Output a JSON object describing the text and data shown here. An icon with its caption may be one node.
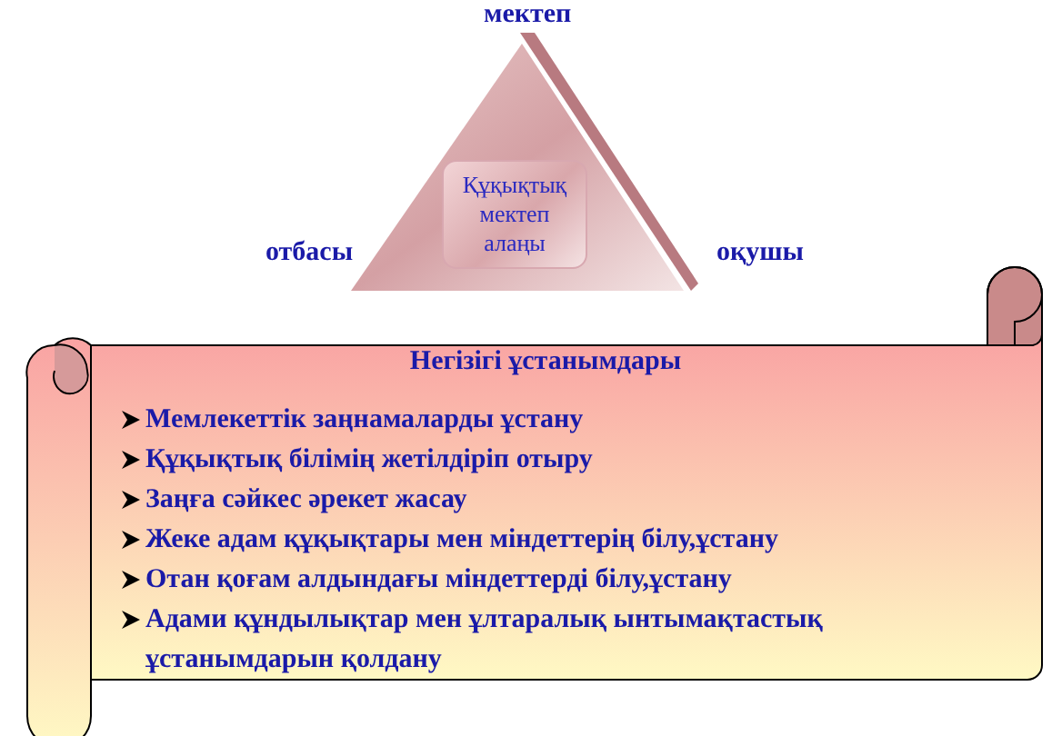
{
  "diagram": {
    "nodes": [
      {
        "text": [],
        "shape": "triangle"
      },
      {
        "text": [
          "Құқықтық мектеп алаңы"
        ],
        "in": 0
      },
      {
        "text": [
          "Негізігі ұстанымдары",
          "Мемлекеттік заңнамаларды ұстану",
          "Құқықтық білімің жетілдіріп отыру",
          "Заңға сәйкес әрекет жасау",
          "Жеке адам құқықтары мен міндеттерің білу,ұстану",
          "Отан қоғам алдындағы міндеттерді білу,ұстану",
          "Адами құндылықтар мен ұлтаралық ынтымақтастық ұстанымдарын қолдану"
        ]
      }
    ],
    "labels": [
      "мектеп",
      "отбасы",
      "оқушы"
    ]
  }
}
